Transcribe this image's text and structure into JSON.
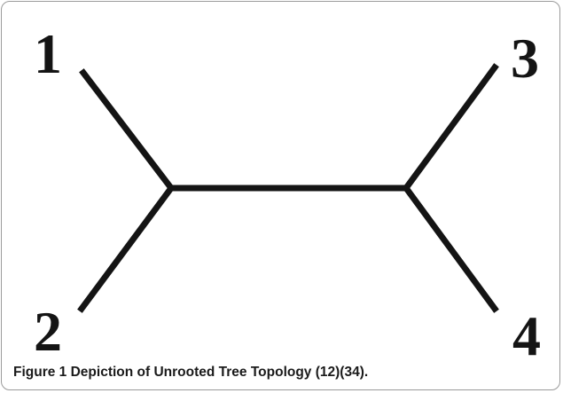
{
  "tree": {
    "leaves": [
      "1",
      "2",
      "3",
      "4"
    ]
  },
  "caption": {
    "label": "Figure 1",
    "text": "Depiction of Unrooted Tree Topology (12)(34)."
  },
  "colors": {
    "edge": "#141414",
    "frame": "#9a9a9a",
    "background": "#ffffff"
  }
}
